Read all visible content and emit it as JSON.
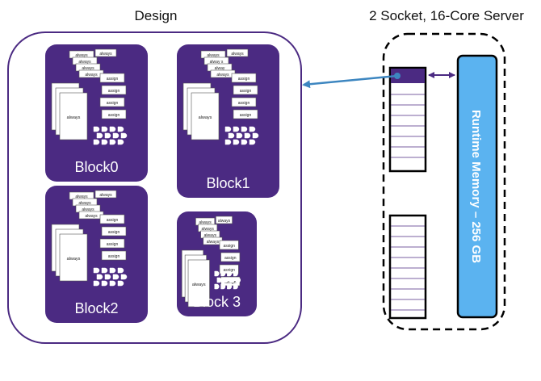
{
  "labels": {
    "design": "Design",
    "server": "2 Socket, 16-Core Server",
    "memory": "Runtime Memory – 256 GB"
  },
  "blocks": [
    {
      "label": "Block0",
      "always": [
        "always",
        "always",
        "always",
        "always",
        "always",
        "always"
      ],
      "assign": [
        "assign",
        "assign",
        "assign",
        "assign"
      ]
    },
    {
      "label": "Block1",
      "always": [
        "always",
        "alway s",
        "alway",
        "always",
        "always",
        "always"
      ],
      "assign": [
        "assign",
        "assign",
        "assign",
        "assign"
      ]
    },
    {
      "label": "Block2",
      "always": [
        "always",
        "always",
        "always",
        "always",
        "always",
        "always"
      ],
      "assign": [
        "assign",
        "assign",
        "assign",
        "assign"
      ]
    },
    {
      "label": "Block 3",
      "always": [
        "always",
        "always",
        "always",
        "always",
        "always",
        "always"
      ],
      "assign": [
        "assign",
        "assign",
        "assign",
        "assign"
      ]
    }
  ],
  "colors": {
    "block": "#4b2a82",
    "memory": "#5bb3f0",
    "arrow_link": "#3d86c0",
    "arrow_mem": "#4b2a82"
  }
}
